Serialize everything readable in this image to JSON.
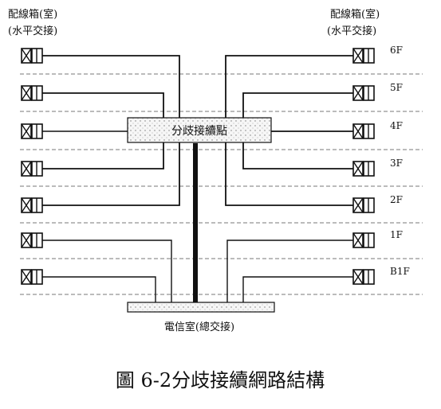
{
  "diagram": {
    "left_header": {
      "line1": "配線箱(室)",
      "line2": "(水平交接)"
    },
    "right_header": {
      "line1": "配線箱(室)",
      "line2": "(水平交接)"
    },
    "floors": [
      "6F",
      "5F",
      "4F",
      "3F",
      "2F",
      "1F",
      "B1F"
    ],
    "branch_box_label": "分歧接續點",
    "telecom_room_label": "電信室(總交接)",
    "caption": "圖  6-2分歧接續網路結構",
    "colors": {
      "line": "#111111",
      "dashed": "#777777",
      "box_fill": "#f2f2f2"
    },
    "icon": "connector-icon"
  }
}
